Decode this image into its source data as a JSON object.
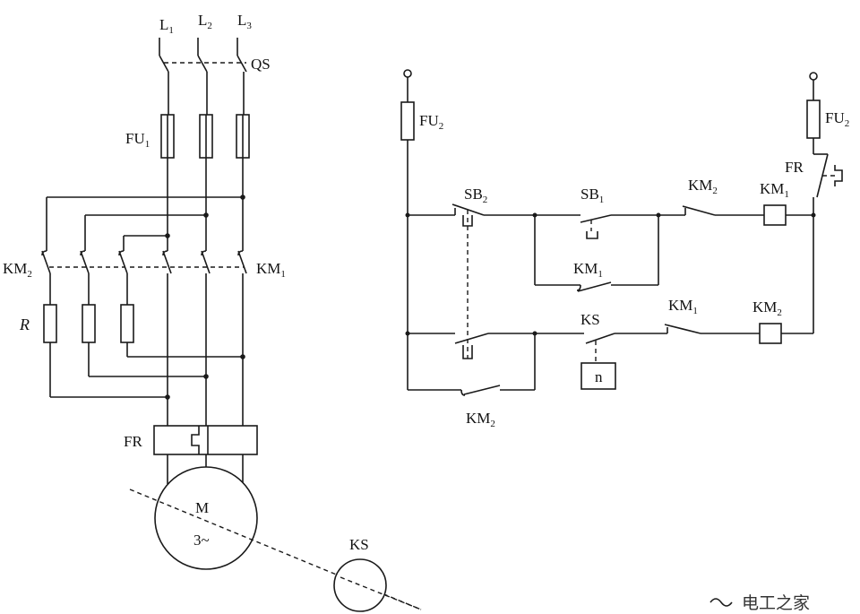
{
  "power_circuit": {
    "phases": [
      {
        "base": "L",
        "sub": "1"
      },
      {
        "base": "L",
        "sub": "2"
      },
      {
        "base": "L",
        "sub": "3"
      }
    ],
    "disconnect_switch": "QS",
    "fuse_main": {
      "base": "FU",
      "sub": "1"
    },
    "contactor_left": {
      "base": "KM",
      "sub": "2"
    },
    "contactor_right": {
      "base": "KM",
      "sub": "1"
    },
    "resistor": "R",
    "overload_relay": "FR",
    "motor_letter": "M",
    "motor_phase": "3~",
    "speed_relay": "KS"
  },
  "control_circuit": {
    "fuse_left": {
      "base": "FU",
      "sub": "2"
    },
    "fuse_right": {
      "base": "FU",
      "sub": "2"
    },
    "overload_contact": "FR",
    "stop_button": {
      "base": "SB",
      "sub": "2"
    },
    "start_button": {
      "base": "SB",
      "sub": "1"
    },
    "interlock_km2": {
      "base": "KM",
      "sub": "2"
    },
    "coil_km1": {
      "base": "KM",
      "sub": "1"
    },
    "hold_km1": {
      "base": "KM",
      "sub": "1"
    },
    "speed_contact": "KS",
    "interlock_km1": {
      "base": "KM",
      "sub": "1"
    },
    "coil_km2": {
      "base": "KM",
      "sub": "2"
    },
    "speed_sensor": "n",
    "hold_km2": {
      "base": "KM",
      "sub": "2"
    }
  },
  "watermark": "电工之家"
}
